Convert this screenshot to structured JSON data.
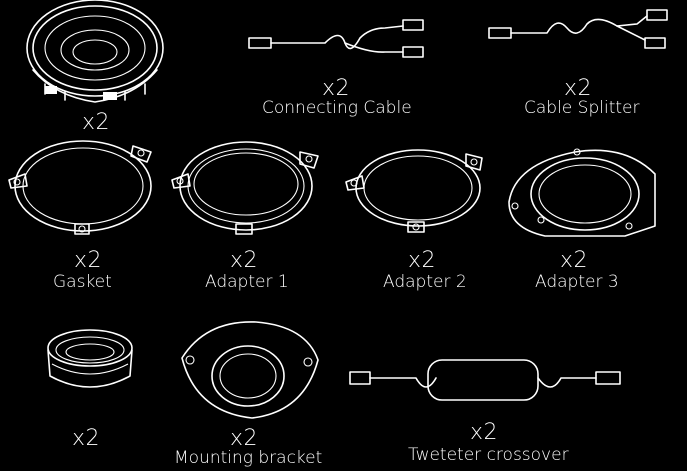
{
  "items": [
    {
      "qty": "x2",
      "label": ""
    },
    {
      "qty": "x2",
      "label": "Connecting Cable"
    },
    {
      "qty": "x2",
      "label": "Cable Splitter"
    },
    {
      "qty": "x2",
      "label": "Gasket"
    },
    {
      "qty": "x2",
      "label": "Adapter 1"
    },
    {
      "qty": "x2",
      "label": "Adapter 2"
    },
    {
      "qty": "x2",
      "label": "Adapter 3"
    },
    {
      "qty": "x2",
      "label": ""
    },
    {
      "qty": "x2",
      "label": "Mounting bracket"
    },
    {
      "qty": "x2",
      "label": "Tweteter crossover"
    }
  ],
  "colors": {
    "background": "#000000",
    "line": "#ffffff"
  }
}
